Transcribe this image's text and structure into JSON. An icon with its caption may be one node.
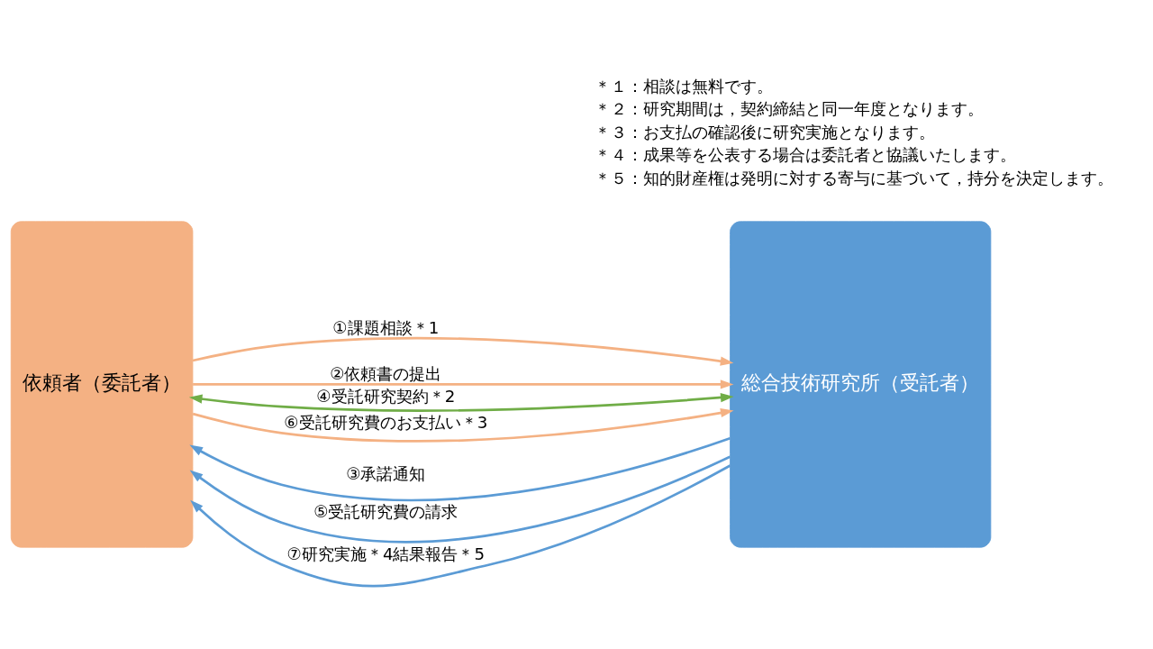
{
  "diagram": {
    "nodes": [
      {
        "text": [
          "依頼者（委託者）"
        ]
      },
      {
        "text": [
          "総合技術研究所（受託者）"
        ]
      }
    ],
    "edges": [
      {
        "from": 0,
        "to": 1,
        "arrow": "to",
        "label": "①課題相談＊1",
        "color": "#f4b183"
      },
      {
        "from": 0,
        "to": 1,
        "arrow": "to",
        "label": "②依頼書の提出",
        "color": "#f4b183"
      },
      {
        "from": 1,
        "to": 0,
        "arrow": "to",
        "label": "③承諾通知",
        "color": "#5b9bd5"
      },
      {
        "from": 0,
        "to": 1,
        "arrow": "both",
        "label": "④受託研究契約＊2",
        "color": "#70ad47"
      },
      {
        "from": 1,
        "to": 0,
        "arrow": "to",
        "label": "⑤受託研究費の請求",
        "color": "#5b9bd5"
      },
      {
        "from": 0,
        "to": 1,
        "arrow": "to",
        "label": "⑥受託研究費のお支払い＊3",
        "color": "#f4b183"
      },
      {
        "from": 1,
        "to": 0,
        "arrow": "to",
        "label": "⑦研究実施＊4結果報告＊5",
        "color": "#5b9bd5"
      }
    ],
    "labels": [
      "＊１：相談は無料です。",
      "＊２：研究期間は，契約締結と同一年度となります。",
      "＊３：お支払の確認後に研究実施となります。",
      "＊４：成果等を公表する場合は委託者と協議いたします。",
      "＊５：知的財産権は発明に対する寄与に基づいて，持分を決定します。"
    ]
  }
}
